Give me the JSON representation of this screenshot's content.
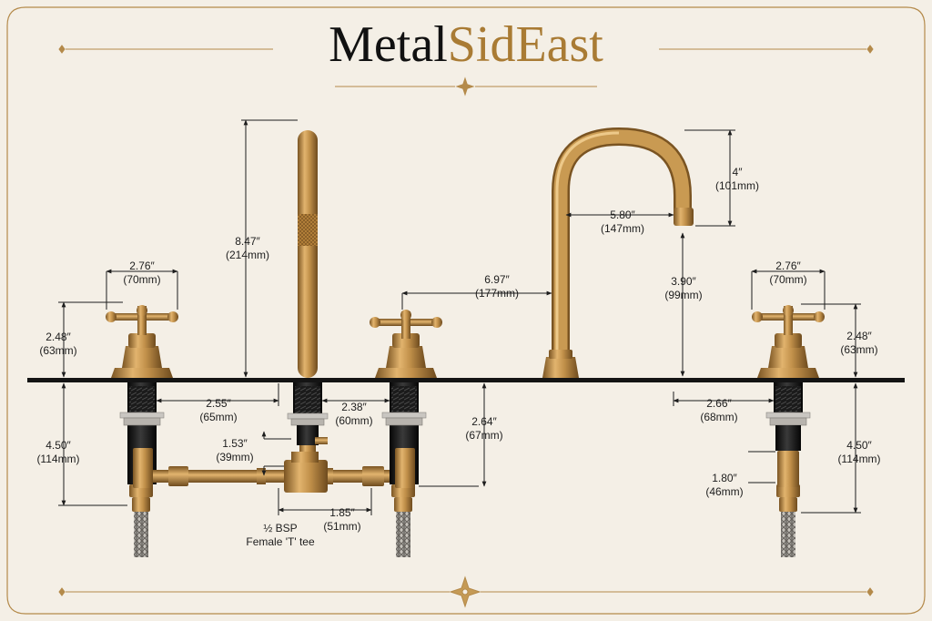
{
  "brand": {
    "word1": "Metal",
    "word2": "SidEast"
  },
  "colors": {
    "background": "#f4efe6",
    "brass": "#b8843c",
    "brass_light": "#e2b46e",
    "brass_dark": "#7a5422",
    "black": "#141414",
    "ink": "#1d1d1d",
    "gold_accent": "#a97b34"
  },
  "dimensions": [
    {
      "id": "left-handle-width",
      "imperial": "2.76″",
      "metric": "(70mm)"
    },
    {
      "id": "left-handle-height",
      "imperial": "2.48″",
      "metric": "(63mm)"
    },
    {
      "id": "left-shank-length",
      "imperial": "4.50″",
      "metric": "(114mm)"
    },
    {
      "id": "left-valve-offset",
      "imperial": "2.55″",
      "metric": "(65mm)"
    },
    {
      "id": "sprayer-height",
      "imperial": "8.47″",
      "metric": "(214mm)"
    },
    {
      "id": "sprayer-valve-offset",
      "imperial": "2.38″",
      "metric": "(60mm)"
    },
    {
      "id": "tee-drop",
      "imperial": "1.53″",
      "metric": "(39mm)"
    },
    {
      "id": "tee-span",
      "imperial": "1.85″",
      "metric": "(51mm)"
    },
    {
      "id": "right-valve-shank",
      "imperial": "2.64″",
      "metric": "(67mm)"
    },
    {
      "id": "spout-offset",
      "imperial": "6.97″",
      "metric": "(177mm)"
    },
    {
      "id": "spout-reach",
      "imperial": "5.80″",
      "metric": "(147mm)"
    },
    {
      "id": "spout-drop",
      "imperial": "4″",
      "metric": "(101mm)"
    },
    {
      "id": "spout-clearance",
      "imperial": "3.90″",
      "metric": "(99mm)"
    },
    {
      "id": "right-handle-width",
      "imperial": "2.76″",
      "metric": "(70mm)"
    },
    {
      "id": "right-handle-height",
      "imperial": "2.48″",
      "metric": "(63mm)"
    },
    {
      "id": "right-valve-offset",
      "imperial": "2.66″",
      "metric": "(68mm)"
    },
    {
      "id": "right-shank-length",
      "imperial": "4.50″",
      "metric": "(114mm)"
    },
    {
      "id": "right-connector-length",
      "imperial": "1.80″",
      "metric": "(46mm)"
    }
  ],
  "notes": {
    "tee_line1": "½ BSP",
    "tee_line2": "Female 'T' tee"
  }
}
